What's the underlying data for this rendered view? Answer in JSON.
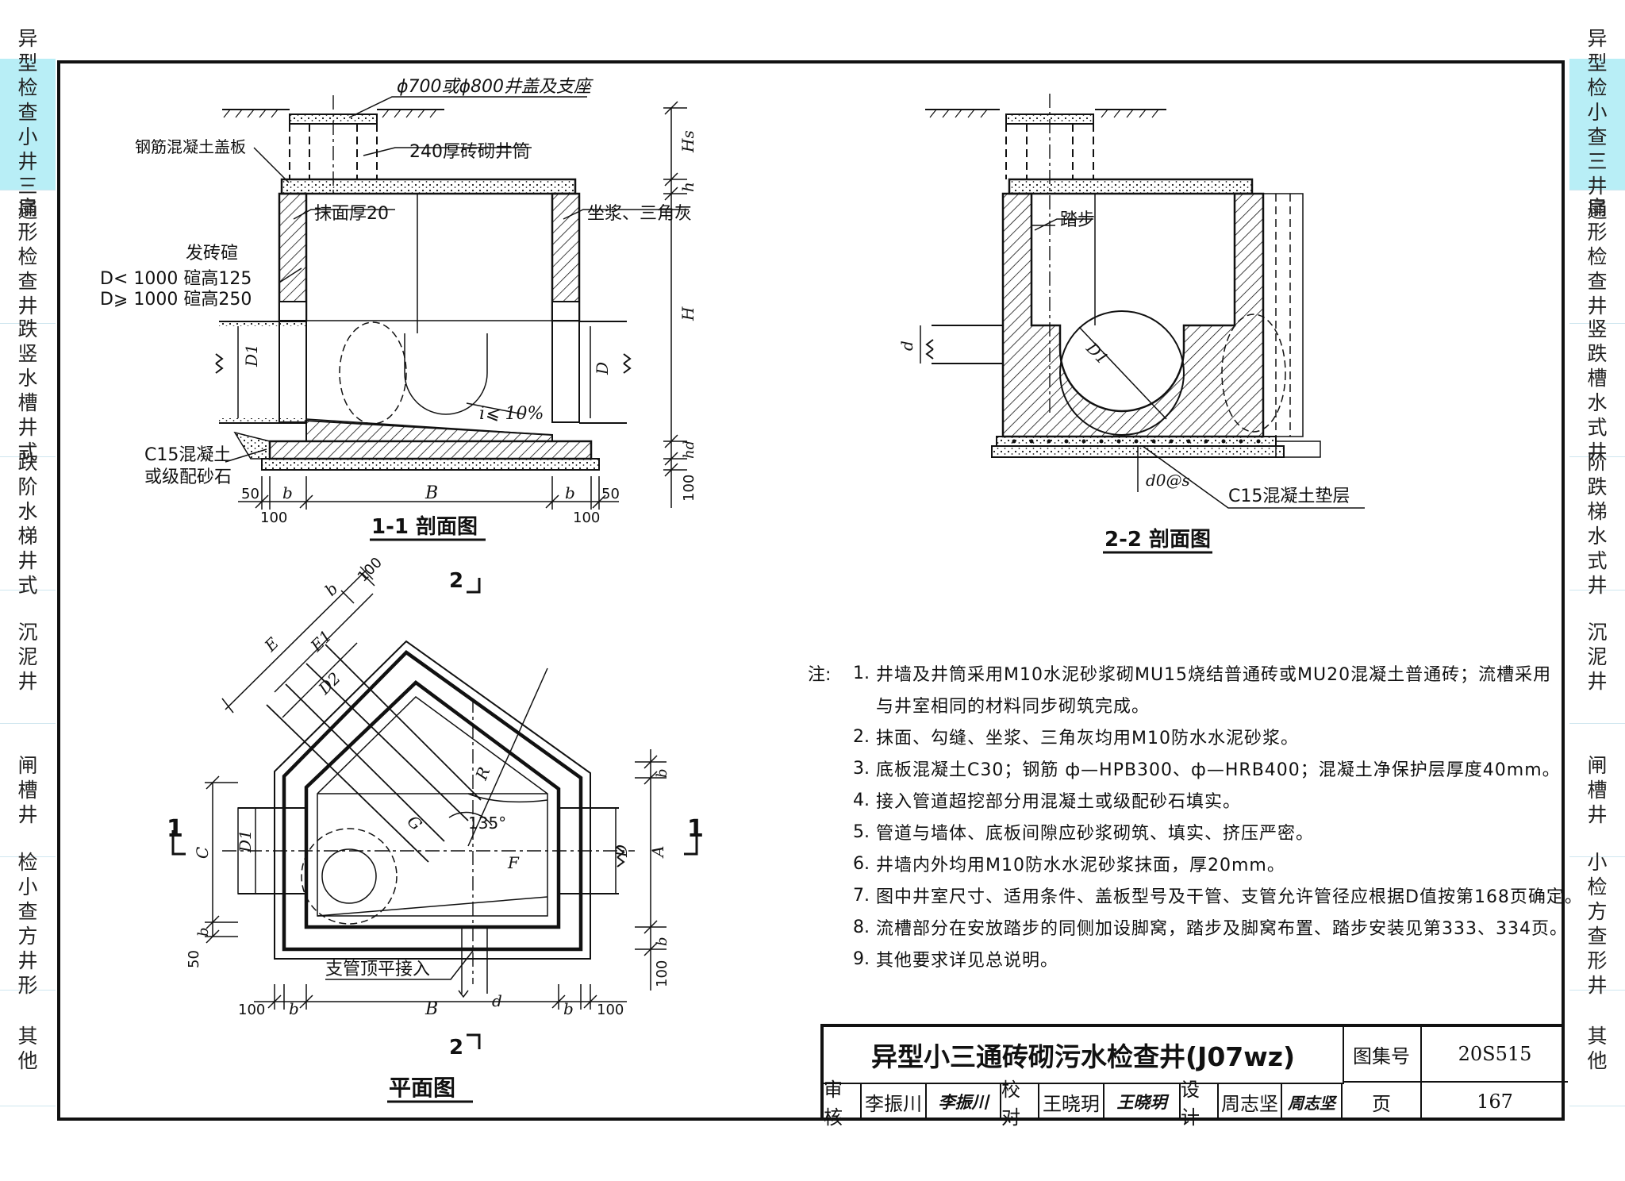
{
  "side_tabs_left": [
    {
      "label": "异型检查小井三通",
      "active": true
    },
    {
      "label": "扇形检查井",
      "active": false
    },
    {
      "label": "跌竖水槽井式",
      "active": false
    },
    {
      "label": "跌阶水梯井式",
      "active": false
    },
    {
      "label": "沉泥井",
      "active": false
    },
    {
      "label": "闸槽井",
      "active": false
    },
    {
      "label": "检小查方井形",
      "active": false
    },
    {
      "label": "其他",
      "active": false
    }
  ],
  "side_tabs_right": [
    {
      "label": "异型检小查三井通",
      "active": true
    },
    {
      "label": "扇形检查井",
      "active": false
    },
    {
      "label": "竖跌槽水式井",
      "active": false
    },
    {
      "label": "阶跌梯水式井",
      "active": false
    },
    {
      "label": "沉泥井",
      "active": false
    },
    {
      "label": "闸槽井",
      "active": false
    },
    {
      "label": "小检方查形井",
      "active": false
    },
    {
      "label": "其他",
      "active": false
    }
  ],
  "section11": {
    "title": "1-1 剖面图",
    "cover_label": "ϕ700或ϕ800井盖及支座",
    "slab_label": "钢筋混凝土盖板",
    "shaft_label": "240厚砖砌井筒",
    "plaster_label": "抹面厚20",
    "mortar_label": "坐浆、三角灰",
    "arch_label": "发砖碹",
    "arch_rule1": "D< 1000 碹高125",
    "arch_rule2": "D⩾ 1000 碹高250",
    "slope_label": "i⩽ 10%",
    "base_label1": "C15混凝土",
    "base_label2": "或级配砂石",
    "dim_hs": "Hs",
    "dim_h": "h",
    "dim_H": "H",
    "dim_hd": "hd",
    "dim_100v": "100",
    "dim_D1": "D1",
    "dim_D": "D",
    "dim_B": "B",
    "dim_b": "b",
    "dim_50": "50",
    "dim_100": "100"
  },
  "section22": {
    "title": "2-2 剖面图",
    "step_label": "踏步",
    "d_label": "d",
    "D1_label": "D1",
    "rebar_label": "d0@s",
    "base_label": "C15混凝土垫层"
  },
  "plan": {
    "title": "平面图",
    "cut_top": "2",
    "cut_bottom": "2",
    "cut_left": "1",
    "cut_right": "1",
    "dim_E": "E",
    "dim_E1": "E1",
    "dim_D2": "D2",
    "dim_R": "R",
    "dim_G": "G",
    "dim_F": "F",
    "angle": "135°",
    "dim_A": "A",
    "dim_C": "C",
    "dim_D1": "D1",
    "dim_D": "D",
    "dim_b": "b",
    "dim_B": "B",
    "dim_d": "d",
    "dim_50": "50",
    "dim_100": "100",
    "branch_label": "支管顶平接入"
  },
  "notes": {
    "lead": "注:",
    "items": [
      {
        "num": "1.",
        "text": "井墙及井筒采用M10水泥砂浆砌MU15烧结普通砖或MU20混凝土普通砖；流槽采用"
      },
      {
        "num": "",
        "text": "与井室相同的材料同步砌筑完成。"
      },
      {
        "num": "2.",
        "text": "抹面、勾缝、坐浆、三角灰均用M10防水水泥砂浆。"
      },
      {
        "num": "3.",
        "text": "底板混凝土C30；钢筋 ф—HPB300、ф—HRB400；混凝土净保护层厚度40mm。"
      },
      {
        "num": "4.",
        "text": "接入管道超挖部分用混凝土或级配砂石填实。"
      },
      {
        "num": "5.",
        "text": "管道与墙体、底板间隙应砂浆砌筑、填实、挤压严密。"
      },
      {
        "num": "6.",
        "text": "井墙内外均用M10防水水泥砂浆抹面，厚20mm。"
      },
      {
        "num": "7.",
        "text": "图中井室尺寸、适用条件、盖板型号及干管、支管允许管径应根据D值按第168页确定。"
      },
      {
        "num": "8.",
        "text": "流槽部分在安放踏步的同侧加设脚窝，踏步及脚窝布置、踏步安装见第333、334页。"
      },
      {
        "num": "9.",
        "text": "其他要求详见总说明。"
      }
    ]
  },
  "title_block": {
    "title": "异型小三通砖砌污水检查井(J07wz)",
    "atlas_label": "图集号",
    "atlas_no": "20S515",
    "page_label": "页",
    "page_no": "167",
    "review_label": "审核",
    "review_name": "李振川",
    "review_sig": "李振川",
    "check_label": "校对",
    "check_name": "王晓玥",
    "check_sig": "王晓玥",
    "design_label": "设计",
    "design_name": "周志坚",
    "design_sig": "周志坚"
  }
}
